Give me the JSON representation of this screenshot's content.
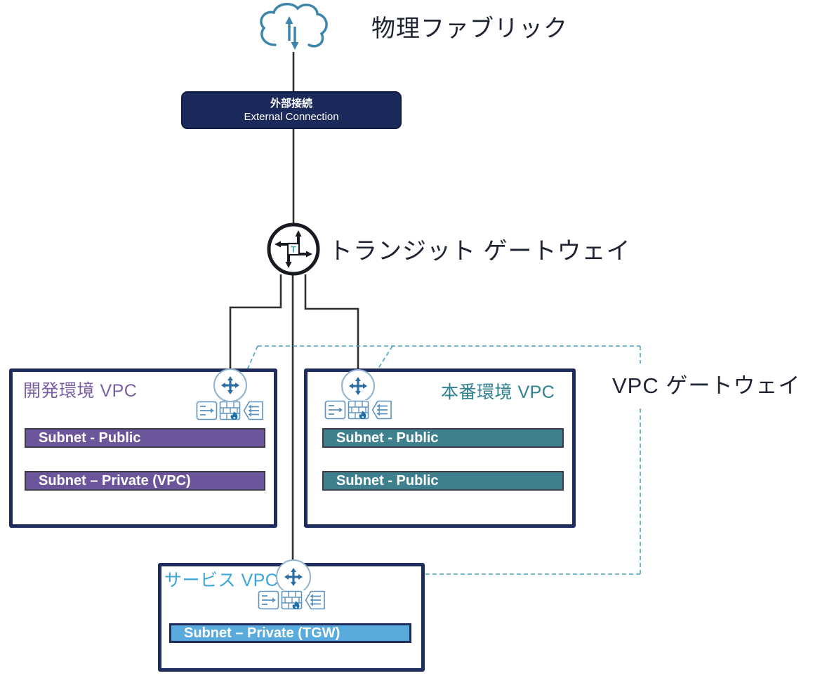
{
  "labels": {
    "physical_fabric": "物理ファブリック",
    "transit_gateway": "トランジット ゲートウェイ",
    "vpc_gateway": "VPC ゲートウェイ"
  },
  "external_connection": {
    "title_ja": "外部接続",
    "title_en": "External Connection"
  },
  "transit_gateway_icon_letter": "T",
  "vpcs": [
    {
      "title": "開発環境 VPC",
      "subnets": [
        "Subnet - Public",
        "Subnet – Private (VPC)"
      ]
    },
    {
      "title": "本番環境 VPC",
      "subnets": [
        "Subnet - Public",
        "Subnet - Public"
      ]
    },
    {
      "title": "サービス VPC",
      "subnets": [
        "Subnet – Private (TGW)"
      ]
    }
  ],
  "icons": {
    "cloud": "cloud-with-updown-arrows-icon",
    "transit_gateway": "transit-gateway-pinwheel-icon",
    "vpc_gateway": "gateway-cross-icon",
    "route_table": "route-table-icon",
    "firewall": "firewall-flame-icon",
    "network_acl": "network-acl-icon"
  },
  "colors": {
    "navy": "#1e2c5e",
    "navy_fill": "#1b2a5a",
    "purple": "#7b5fa6",
    "purple_bar": "#6d559c",
    "teal": "#2d8191",
    "teal_bar": "#3f808f",
    "blue": "#3aa5da",
    "blue_bar": "#58abdc",
    "dashed_line": "#4aa3c0",
    "connector": "#2e2e2e",
    "icon_blue": "#2e6da3",
    "icon_light": "#5e93c0",
    "cloud_stroke": "#3c86ac",
    "label_dark": "#1f2433",
    "tgw_letter": "#2fa8b0"
  }
}
